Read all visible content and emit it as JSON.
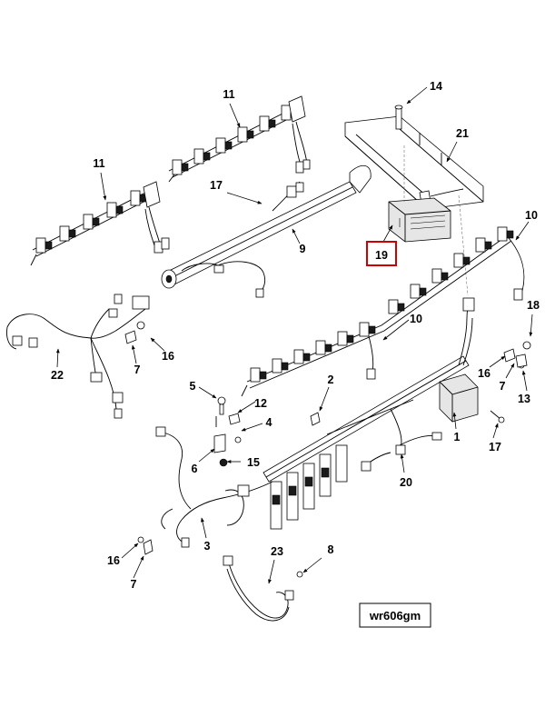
{
  "document_id": "wr606gm",
  "highlighted_callout": "19",
  "colors": {
    "highlight": "#d00000",
    "line": "#000000",
    "fill": "#ffffff"
  },
  "callouts": [
    "14",
    "21",
    "11",
    "11",
    "17",
    "9",
    "19",
    "10",
    "10",
    "18",
    "22",
    "7",
    "16",
    "5",
    "12",
    "4",
    "2",
    "6",
    "15",
    "16",
    "7",
    "13",
    "1",
    "17",
    "20",
    "3",
    "16",
    "7",
    "23",
    "8"
  ]
}
